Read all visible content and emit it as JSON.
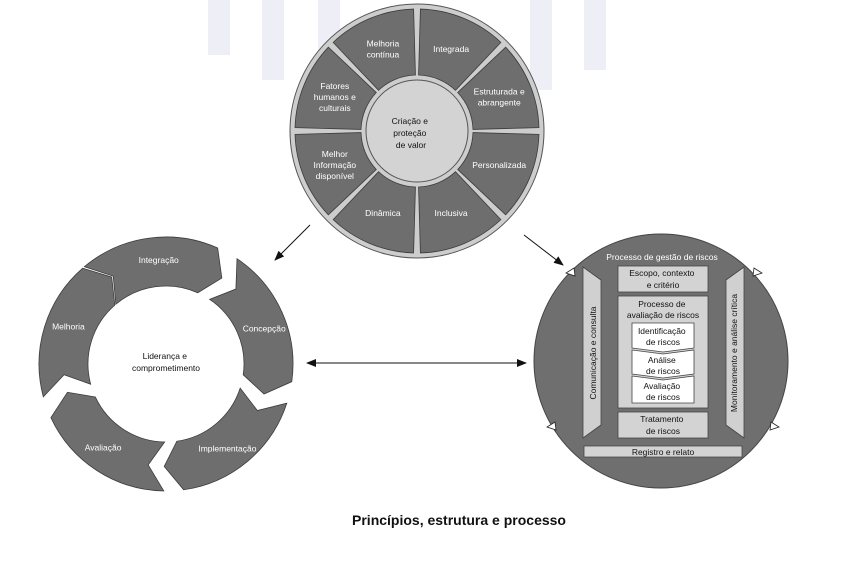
{
  "principles": {
    "center": "Criação e proteção de valor",
    "segments": [
      "Integrada",
      "Estruturada e abrangente",
      "Personalizada",
      "Inclusiva",
      "Dinâmica",
      "Melhor Informação disponível",
      "Fatores humanos e culturais",
      "Melhoria contínua"
    ]
  },
  "framework": {
    "center": "Liderança e comprometimento",
    "segments": [
      "Integração",
      "Concepção",
      "Implementação",
      "Avaliação",
      "Melhoria"
    ]
  },
  "process": {
    "title": "Processo de gestão de riscos",
    "scope": "Escopo, contexto e critério",
    "assessment": "Processo de avaliação de riscos",
    "identification": "Identificação de riscos",
    "analysis": "Análise de riscos",
    "evaluation": "Avaliação de riscos",
    "treatment": "Tratamento de riscos",
    "communication": "Comunicação e consulta",
    "monitoring": "Monitoramento e análise crítica",
    "recording": "Registro e relato"
  },
  "caption": "Princípios, estrutura e processo",
  "colors": {
    "segment": "#6e6e6e",
    "hub": "#cfcfcf",
    "outer_ring": "#cccccc",
    "watermark": "#eeeef7"
  }
}
